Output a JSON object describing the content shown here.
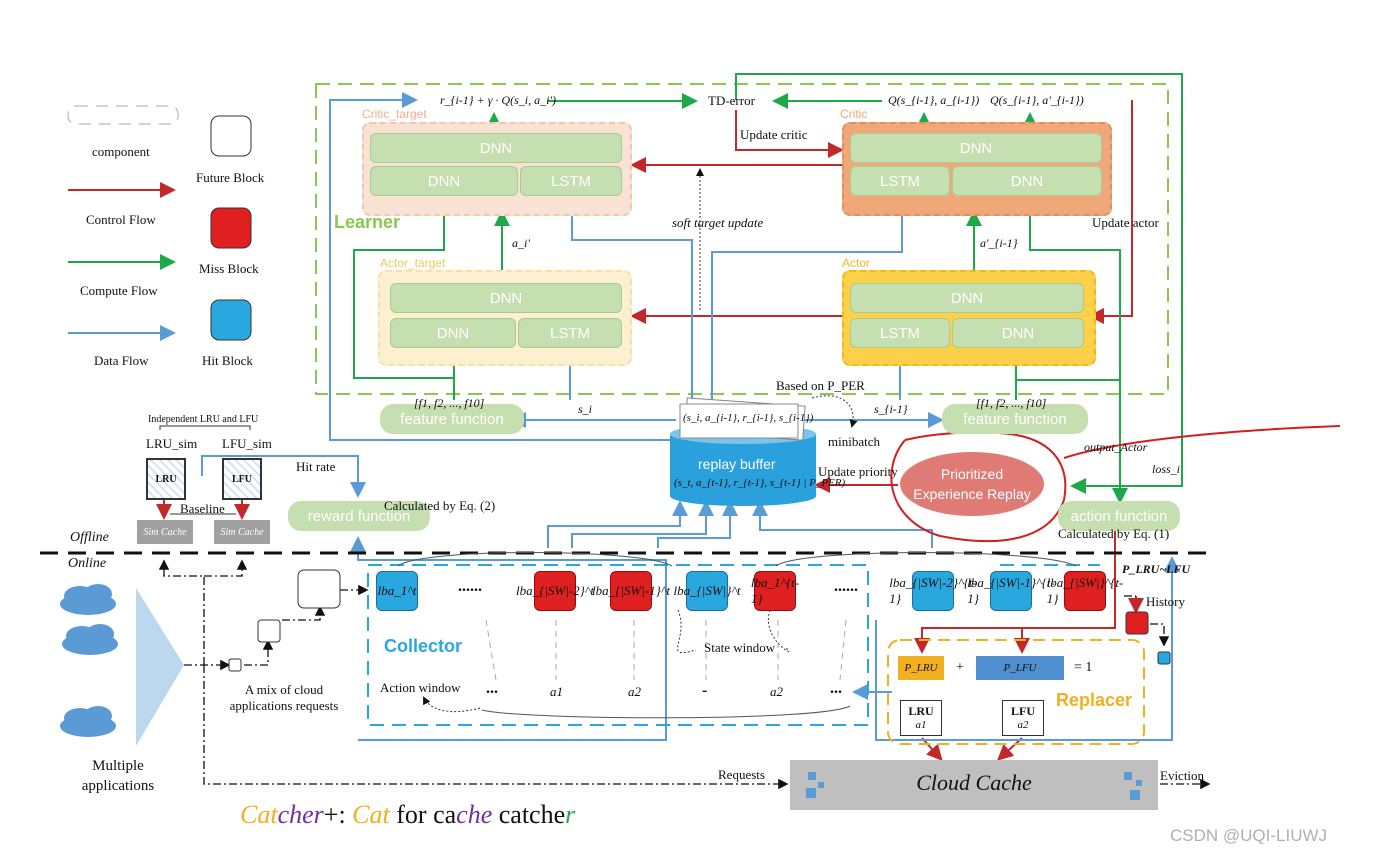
{
  "legend": {
    "component": "component",
    "future_block": "Future Block",
    "control_flow": "Control Flow",
    "miss_block": "Miss Block",
    "compute_flow": "Compute Flow",
    "data_flow": "Data Flow",
    "hit_block": "Hit Block"
  },
  "colors": {
    "control": "#c0282a",
    "compute": "#1fa84a",
    "data": "#5b9bd5",
    "learner_border": "#8cc850",
    "critic_target_bg": "#f8e2d4",
    "critic_bg": "#f0a878",
    "actor_target_bg": "#fdf0d0",
    "actor_bg": "#fcd048",
    "net_block": "#c5dfb0",
    "hit": "#29a8e0",
    "miss": "#e02020",
    "collector_border": "#29a8e0",
    "replacer_border": "#f0b020",
    "per": "#e07a74",
    "cache": "#bfbfbf",
    "replay_buffer": "#2aa0dc"
  },
  "learner": {
    "title": "Learner",
    "critic_target": {
      "label": "Critic_target",
      "dnn_top": "DNN",
      "dnn": "DNN",
      "lstm": "LSTM"
    },
    "critic": {
      "label": "Critic",
      "dnn_top": "DNN",
      "lstm": "LSTM",
      "dnn": "DNN"
    },
    "actor_target": {
      "label": "Actor_target",
      "dnn_top": "DNN",
      "dnn": "DNN",
      "lstm": "LSTM"
    },
    "actor": {
      "label": "Actor",
      "dnn_top": "DNN",
      "lstm": "LSTM",
      "dnn": "DNN"
    },
    "target_q": "r_{i-1} + γ · Q(s_i, a_i')",
    "td_error": "TD-error",
    "q_current": "Q(s_{i-1}, a_{i-1})",
    "q_prime": "Q(s_{i-1}, a'_{i-1})",
    "update_critic": "Update critic",
    "update_actor": "Update actor",
    "soft_target_update": "soft target update",
    "a_i_prime": "a_i'",
    "a_i1_prime": "a'_{i-1}"
  },
  "features": {
    "left_function": "feature function",
    "right_function": "feature function",
    "left_vector": "[f1, f2, ..., f10]",
    "right_vector": "[f1, f2, ..., f10]",
    "s_i": "s_i",
    "s_i1": "s_{i-1}"
  },
  "replay": {
    "buffer_label": "replay buffer",
    "tuple_top": "(s_i, a_{i-1}, r_{i-1}, s_{i-1})",
    "tuple_bottom": "(s_t, a_{t-1}, r_{t-1}, s_{t-1} | P_PER)",
    "based_on": "Based on P_PER",
    "minibatch": "minibatch",
    "update_priority": "Update priority",
    "per_label": "Prioritized Experience Replay",
    "output_actor": "output_Actor",
    "loss": "loss_i"
  },
  "functions": {
    "reward": "reward function",
    "reward_calc": "Calculated by Eq. (2)",
    "action": "action function",
    "action_calc": "Calculated by Eq. (1)"
  },
  "baseline": {
    "independent": "Independent LRU and LFU",
    "lru_sim": "LRU_sim",
    "lfu_sim": "LFU_sim",
    "lru": "LRU",
    "lfu": "LFU",
    "hit_rate": "Hit rate",
    "baseline": "Baseline",
    "sim_cache_1": "Sim Cache",
    "sim_cache_2": "Sim Cache"
  },
  "modes": {
    "offline": "Offline",
    "online": "Online"
  },
  "collector": {
    "title": "Collector",
    "cells": [
      {
        "text": "lba_1^t",
        "kind": "hit"
      },
      {
        "text": "lba_{|SW|-2}^t",
        "kind": "miss"
      },
      {
        "text": "lba_{|SW|-1}^t",
        "kind": "miss"
      },
      {
        "text": "lba_{|SW|}^t",
        "kind": "hit"
      },
      {
        "text": "lba_1^{t-1}",
        "kind": "miss"
      },
      {
        "text": "lba_{|SW|-2}^{t-1}",
        "kind": "hit"
      },
      {
        "text": "lba_{|SW|-1}^{t-1}",
        "kind": "hit"
      },
      {
        "text": "lba_{|SW|}^{t-1}",
        "kind": "miss"
      }
    ],
    "dots": "......",
    "state_window": "State window",
    "action_window": "Action window",
    "actions": [
      "...",
      "a1",
      "a2",
      "-",
      "a2",
      "..."
    ]
  },
  "replacer": {
    "title": "Replacer",
    "p_lru": "P_LRU",
    "plus": "+",
    "p_lfu": "P_LFU",
    "equals": "= 1",
    "lru": "LRU",
    "lru_a": "a1",
    "lfu": "LFU",
    "lfu_a": "a2",
    "p_header": "P_LRU~LFU",
    "history": "History"
  },
  "cache": {
    "label": "Cloud Cache",
    "requests": "Requests",
    "eviction": "Eviction"
  },
  "apps": {
    "mix": "A mix of cloud applications requests",
    "multiple": "Multiple applications"
  },
  "caption": {
    "p1": "Cat",
    "p2": "cher",
    "p3": "+: ",
    "p4": "Cat",
    "p5": " for ca",
    "p6": "che",
    "p7": " catche",
    "p8": "r"
  },
  "watermark": "CSDN @UQI-LIUWJ"
}
